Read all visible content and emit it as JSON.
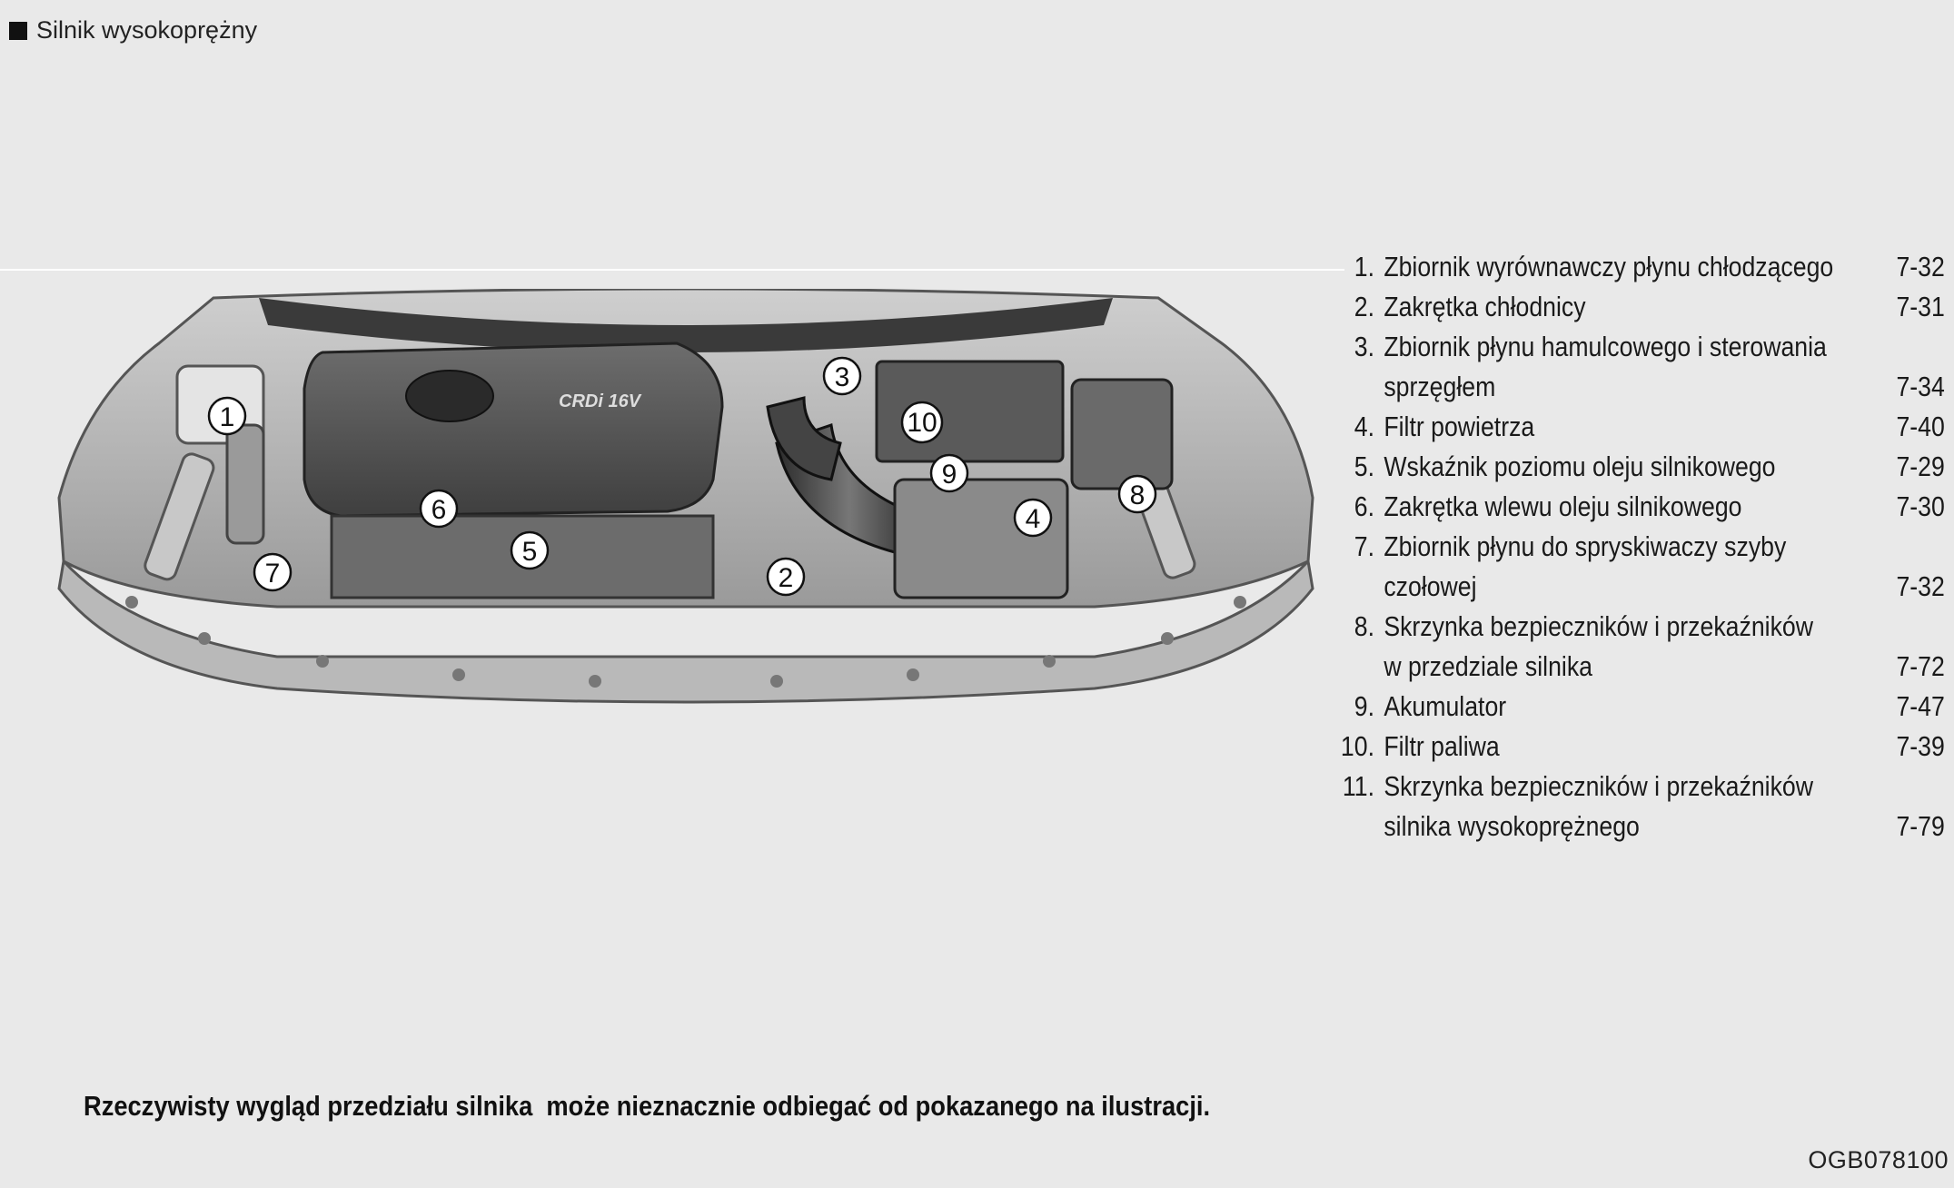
{
  "header": {
    "title": "Silnik wysokoprężny"
  },
  "illustration": {
    "engine_badge": "CRDi 16V",
    "callouts": [
      "1",
      "2",
      "3",
      "4",
      "5",
      "6",
      "7",
      "8",
      "9",
      "10"
    ]
  },
  "legend": {
    "items": [
      {
        "num": "1.",
        "label": "Zbiornik wyrównawczy płynu chłodzącego",
        "page": "7-32"
      },
      {
        "num": "2.",
        "label": "Zakrętka chłodnicy",
        "page": "7-31"
      },
      {
        "num": "3.",
        "label": "Zbiornik płynu hamulcowego i sterowania\nsprzęgłem",
        "page": "7-34"
      },
      {
        "num": "4.",
        "label": "Filtr powietrza",
        "page": "7-40"
      },
      {
        "num": "5.",
        "label": "Wskaźnik poziomu oleju silnikowego",
        "page": "7-29"
      },
      {
        "num": "6.",
        "label": "Zakrętka wlewu oleju silnikowego",
        "page": "7-30"
      },
      {
        "num": "7.",
        "label": "Zbiornik płynu do spryskiwaczy szyby\nczołowej",
        "page": "7-32"
      },
      {
        "num": "8.",
        "label": "Skrzynka bezpieczników i przekaźników\nw przedziale silnika",
        "page": "7-72"
      },
      {
        "num": "9.",
        "label": "Akumulator",
        "page": "7-47"
      },
      {
        "num": "10.",
        "label": "Filtr paliwa",
        "page": "7-39"
      },
      {
        "num": "11.",
        "label": "Skrzynka bezpieczników i przekaźników\nsilnika wysokoprężnego",
        "page": "7-79"
      }
    ]
  },
  "note": "Rzeczywisty wygląd przedziału silnika  może nieznacznie odbiegać od pokazanego na ilustracji.",
  "image_code": "OGB078100"
}
